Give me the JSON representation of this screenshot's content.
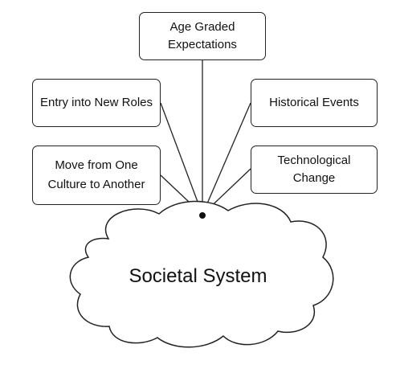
{
  "diagram": {
    "center": {
      "label": "Societal System"
    },
    "nodes": [
      {
        "id": "age",
        "label": "Age Graded Expectations"
      },
      {
        "id": "entry",
        "label": "Entry into New Roles"
      },
      {
        "id": "move",
        "label": "Move from One Culture to Another"
      },
      {
        "id": "historical",
        "label": "Historical Events"
      },
      {
        "id": "tech",
        "label": "Technological Change"
      }
    ]
  }
}
